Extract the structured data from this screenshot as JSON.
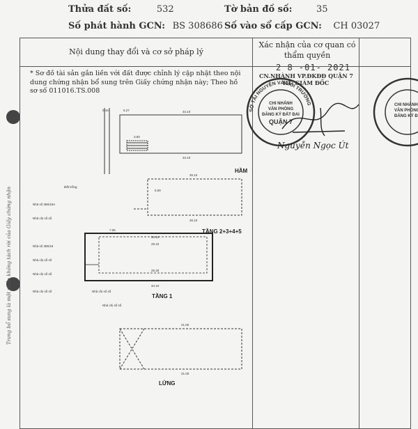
{
  "header": {
    "thua_dat_label": "Thửa đất số:",
    "thua_dat_value": "532",
    "to_ban_do_label": "Tờ bản đồ số:",
    "to_ban_do_value": "35",
    "so_phat_hanh_label": "Số phát hành GCN:",
    "so_phat_hanh_value": "BS 308686",
    "so_vao_so_label": "Số vào sổ cấp GCN:",
    "so_vao_so_value": "CH 03027"
  },
  "table": {
    "col1_header": "Nội dung thay đổi và cơ sở pháp lý",
    "col2_header": "Xác nhận của cơ quan có thẩm quyền",
    "note_text": "* Sơ đồ tài sản gắn liền với đất được chỉnh lý cập nhật theo nội dung chứng nhận bổ sung trên Giấy chứng nhận này; Theo hồ sơ số 011016.TS.008"
  },
  "certification": {
    "date": "2 8 -01- 2021",
    "office_line": "CN.NHÀNH VP.ĐKĐĐ QUẬN 7",
    "title_line": "KT. GIÁM ĐỐC",
    "seal_lines": [
      "CHI NHÁNH",
      "VĂN PHÒNG",
      "ĐĂNG KÝ ĐẤT ĐAI",
      "QUẬN 7"
    ],
    "seal_ring_text": "SỞ TÀI NGUYÊN VÀ MÔI TRƯỜNG",
    "signer": "Nguyễn Ngọc Út"
  },
  "plan": {
    "label_ham": "HẦM",
    "label_tang_2345": "TẦNG 2+3+4+5",
    "label_tang_1": "TẦNG 1",
    "label_lung": "LỬNG"
  },
  "side_text": "Trang bổ sung là một phần không tách rời của Giấy chứng nhận"
}
